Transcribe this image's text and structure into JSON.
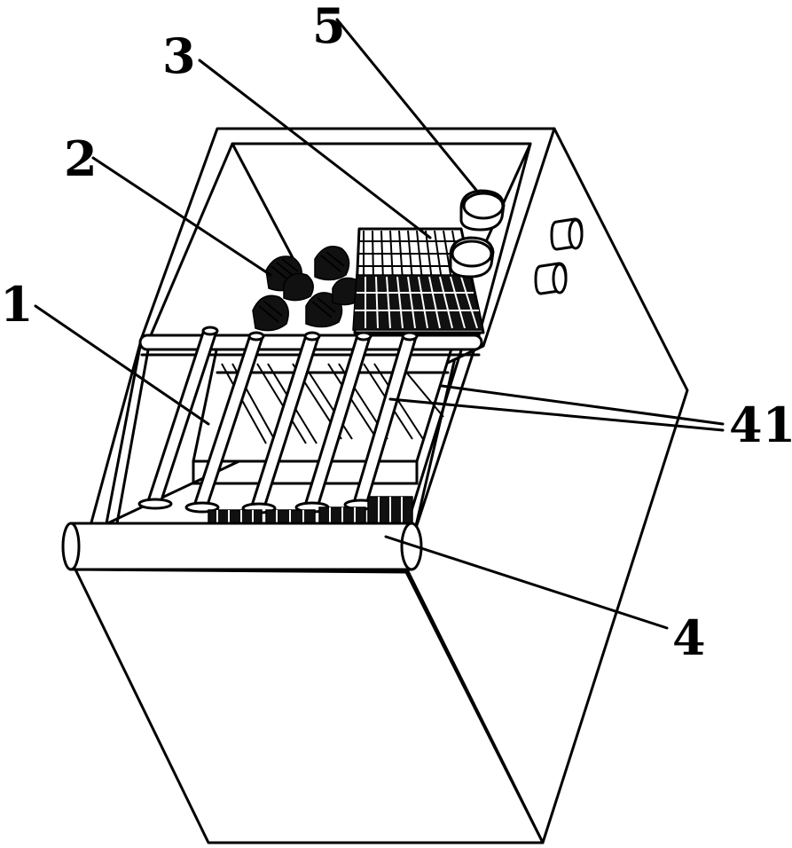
{
  "callouts": [
    {
      "id": "1",
      "text": "1"
    },
    {
      "id": "2",
      "text": "2"
    },
    {
      "id": "3",
      "text": "3"
    },
    {
      "id": "4",
      "text": "4"
    },
    {
      "id": "5",
      "text": "5"
    },
    {
      "id": "41",
      "text": "41"
    }
  ]
}
